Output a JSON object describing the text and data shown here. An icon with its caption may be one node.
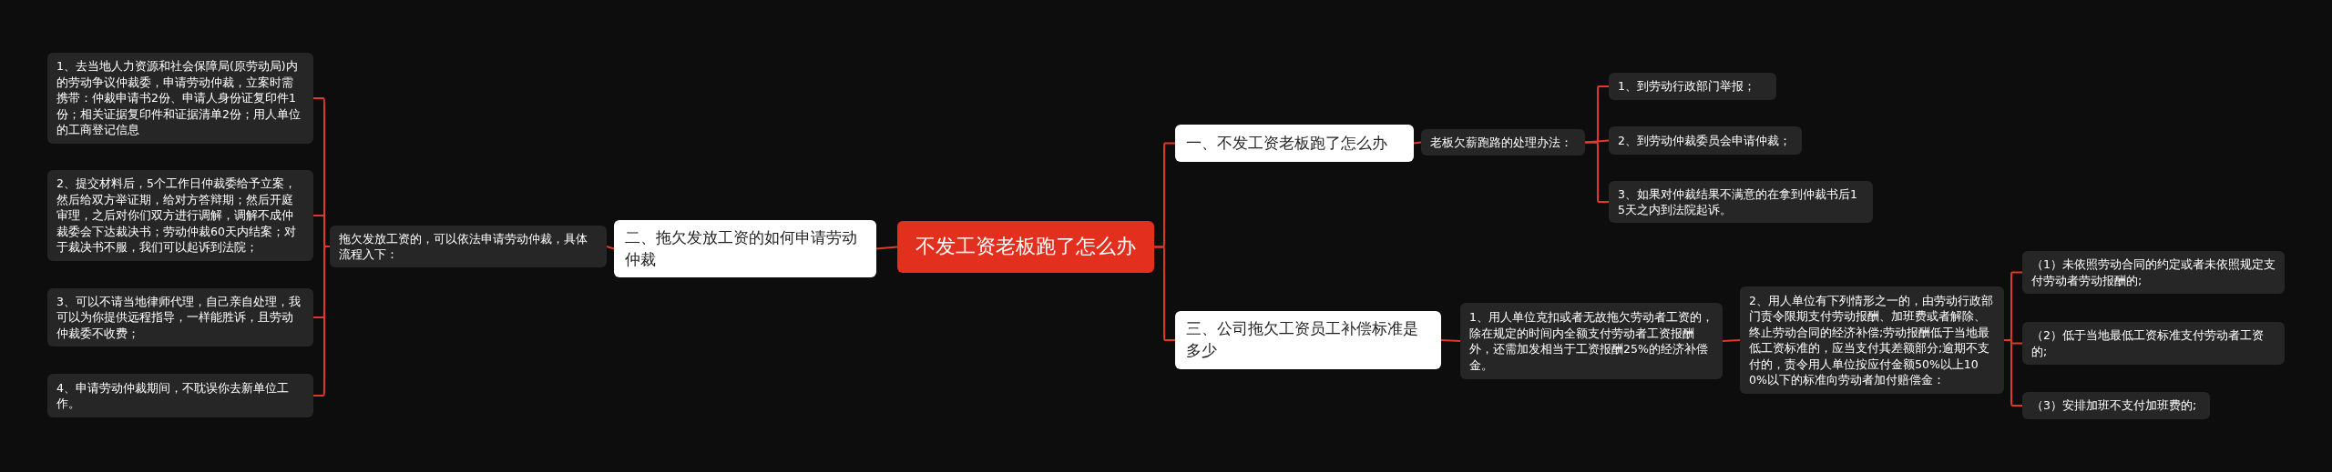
{
  "diagram": {
    "nodes": [
      {
        "text": [
          "不发工资老板跑了怎么办"
        ]
      },
      {
        "text": [
          "一、不发工资老板跑了怎么办"
        ]
      },
      {
        "text": [
          "老板欠薪跑路的处理办法："
        ]
      },
      {
        "text": [
          "1、到劳动行政部门举报；"
        ]
      },
      {
        "text": [
          "2、到劳动仲裁委员会申请仲裁；"
        ]
      },
      {
        "text": [
          "3、如果对仲裁结果不满意的在拿到仲裁书后15天之内到法院起诉。"
        ]
      },
      {
        "text": [
          "三、公司拖欠工资员工补偿标准是多少"
        ]
      },
      {
        "text": [
          "1、用人单位克扣或者无故拖欠劳动者工资的，除在规定的时间内全额支付劳动者工资报酬外，还需加发相当于工资报酬25%的经济补偿金。"
        ]
      },
      {
        "text": [
          "2、用人单位有下列情形之一的，由劳动行政部门责令限期支付劳动报酬、加班费或者解除、终止劳动合同的经济补偿;劳动报酬低于当地最低工资标准的，应当支付其差额部分;逾期不支付的，责令用人单位按应付金额50%以上100%以下的标准向劳动者加付赔偿金："
        ]
      },
      {
        "text": [
          "（1）未依照劳动合同的约定或者未依照规定支付劳动者劳动报酬的;"
        ]
      },
      {
        "text": [
          "（2）低于当地最低工资标准支付劳动者工资的;"
        ]
      },
      {
        "text": [
          "（3）安排加班不支付加班费的;"
        ]
      },
      {
        "text": [
          "二、拖欠发放工资的如何申请劳动仲裁"
        ]
      },
      {
        "text": [
          "拖欠发放工资的，可以依法申请劳动仲裁，具体流程入下："
        ]
      },
      {
        "text": [
          "1、去当地人力资源和社会保障局(原劳动局)内的劳动争议仲裁委，申请劳动仲裁，立案时需携带：仲裁申请书2份、申请人身份证复印件1份；相关证据复印件和证据清单2份；用人单位的工商登记信息"
        ]
      },
      {
        "text": [
          "2、提交材料后，5个工作日仲裁委给予立案，然后给双方举证期，给对方答辩期；然后开庭审理，之后对你们双方进行调解，调解不成仲裁委会下达裁决书；劳动仲裁60天内结案；对于裁决书不服，我们可以起诉到法院；"
        ]
      },
      {
        "text": [
          "3、可以不请当地律师代理，自己亲自处理，我可以为你提供远程指导，一样能胜诉，且劳动仲裁委不收费；"
        ]
      },
      {
        "text": [
          "4、申请劳动仲裁期间，不耽误你去新单位工作。"
        ]
      }
    ],
    "edges": [
      {
        "from": 0,
        "to": 1,
        "arrow": "none"
      },
      {
        "from": 1,
        "to": 2,
        "arrow": "none"
      },
      {
        "from": 2,
        "to": 3,
        "arrow": "none"
      },
      {
        "from": 2,
        "to": 4,
        "arrow": "none"
      },
      {
        "from": 2,
        "to": 5,
        "arrow": "none"
      },
      {
        "from": 0,
        "to": 6,
        "arrow": "none"
      },
      {
        "from": 6,
        "to": 7,
        "arrow": "none"
      },
      {
        "from": 7,
        "to": 8,
        "arrow": "none"
      },
      {
        "from": 8,
        "to": 9,
        "arrow": "none"
      },
      {
        "from": 8,
        "to": 10,
        "arrow": "none"
      },
      {
        "from": 8,
        "to": 11,
        "arrow": "none"
      },
      {
        "from": 0,
        "to": 12,
        "arrow": "none"
      },
      {
        "from": 12,
        "to": 13,
        "arrow": "none"
      },
      {
        "from": 13,
        "to": 14,
        "arrow": "none"
      },
      {
        "from": 13,
        "to": 15,
        "arrow": "none"
      },
      {
        "from": 13,
        "to": 16,
        "arrow": "none"
      },
      {
        "from": 13,
        "to": 17,
        "arrow": "none"
      }
    ]
  }
}
